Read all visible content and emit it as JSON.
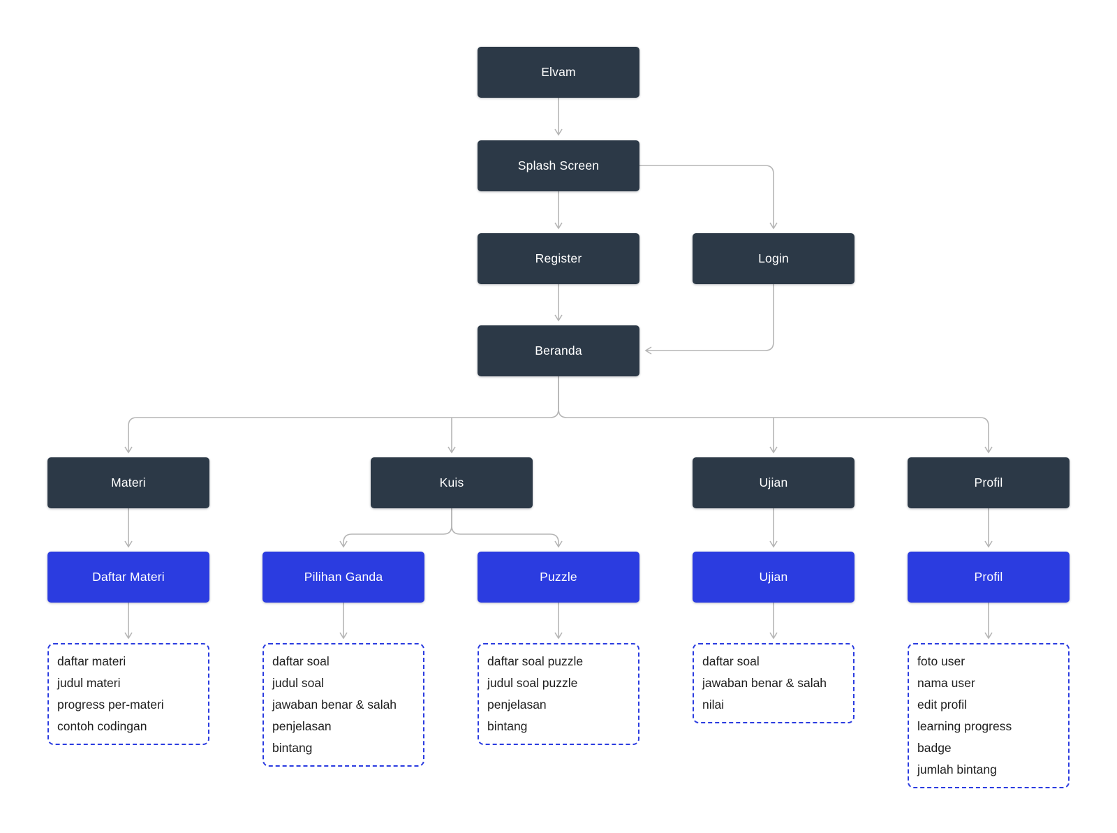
{
  "colors": {
    "dark_node": "#2c3947",
    "blue_node": "#2b3ce0",
    "dashed_border": "#2b3ce0",
    "connector": "#b5b5b5",
    "node_text": "#ffffff",
    "detail_text": "#1f1f1f",
    "background": "#ffffff"
  },
  "nodes": {
    "elvam": "Elvam",
    "splash": "Splash Screen",
    "register": "Register",
    "login": "Login",
    "beranda": "Beranda",
    "materi": "Materi",
    "kuis": "Kuis",
    "ujian": "Ujian",
    "profil": "Profil",
    "daftar_materi": "Daftar Materi",
    "pilihan_ganda": "Pilihan Ganda",
    "puzzle": "Puzzle",
    "ujian_screen": "Ujian",
    "profil_screen": "Profil"
  },
  "details": {
    "daftar_materi": [
      "daftar materi",
      "judul materi",
      "progress per-materi",
      "contoh codingan"
    ],
    "pilihan_ganda": [
      "daftar soal",
      "judul soal",
      "jawaban benar & salah",
      "penjelasan",
      "bintang"
    ],
    "puzzle": [
      "daftar soal puzzle",
      "judul soal puzzle",
      "penjelasan",
      "bintang"
    ],
    "ujian": [
      "daftar soal",
      "jawaban benar & salah",
      "nilai"
    ],
    "profil": [
      "foto user",
      "nama user",
      "edit profil",
      "learning progress",
      "badge",
      "jumlah bintang"
    ]
  }
}
